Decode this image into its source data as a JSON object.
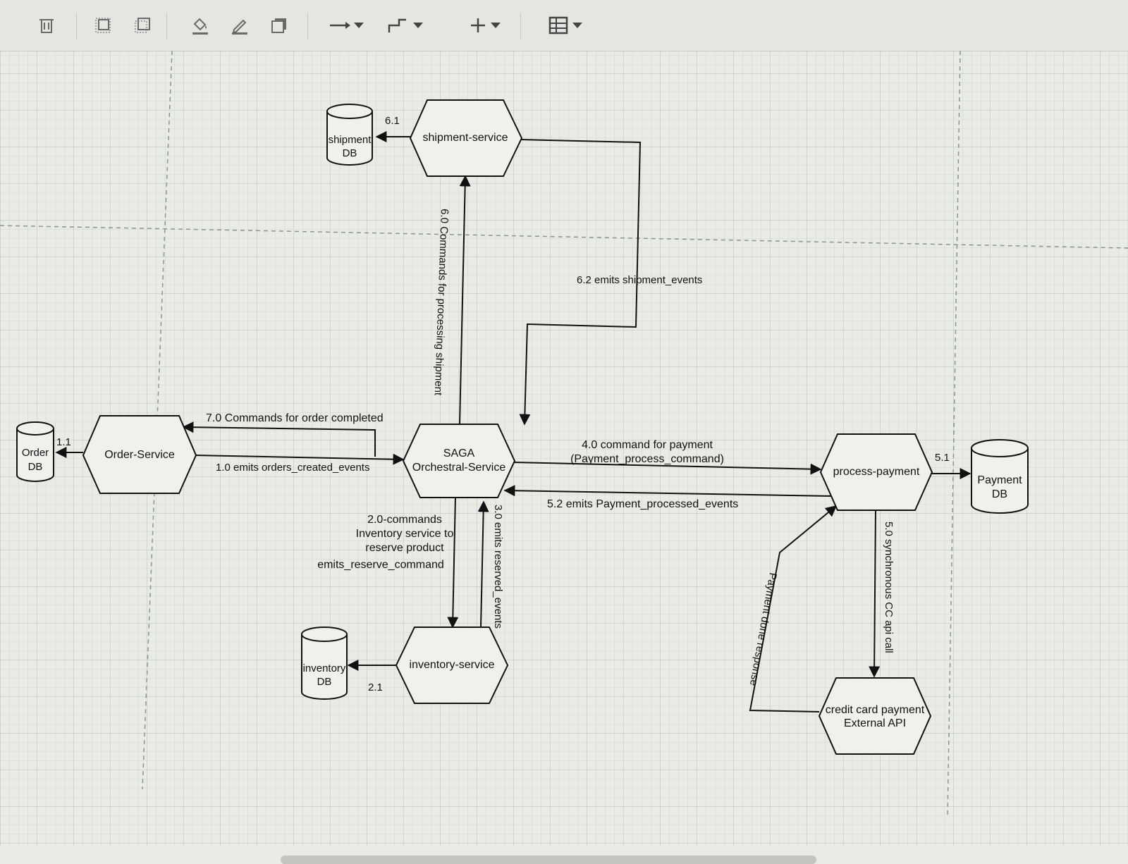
{
  "toolbar": {
    "tools": [
      {
        "name": "delete-button",
        "icon": "trash-icon"
      },
      {
        "name": "to-front-button",
        "icon": "to-front-icon"
      },
      {
        "name": "to-back-button",
        "icon": "to-back-icon"
      },
      {
        "name": "fill-color-button",
        "icon": "paint-bucket-icon"
      },
      {
        "name": "line-color-button",
        "icon": "pencil-icon"
      },
      {
        "name": "shadow-button",
        "icon": "shadow-icon"
      },
      {
        "name": "connection-style-button",
        "icon": "arrow-right-icon"
      },
      {
        "name": "waypoints-button",
        "icon": "elbow-connector-icon"
      },
      {
        "name": "insert-button",
        "icon": "plus-icon"
      },
      {
        "name": "table-button",
        "icon": "table-icon"
      }
    ]
  },
  "diagram": {
    "nodes": {
      "order_db": "Order DB",
      "order_service": "Order-Service",
      "saga": "SAGA Orchestral-Service",
      "shipment_service": "shipment-service",
      "shipment_db": "shipment DB",
      "inventory_service": "inventory-service",
      "inventory_db": "inventory DB",
      "process_payment": "process-payment",
      "payment_db": "Payment DB",
      "cc_api": "credit card payment External API"
    },
    "node_lines": {
      "order_db": [
        "Order",
        "DB"
      ],
      "saga": [
        "SAGA",
        "Orchestral-Service"
      ],
      "shipment_db": [
        "shipment",
        "DB"
      ],
      "inventory_db": [
        "inventory",
        "DB"
      ],
      "payment_db": [
        "Payment",
        "DB"
      ],
      "cc_api": [
        "credit card payment",
        "External API"
      ]
    },
    "edge_labels": {
      "e1_1": "1.1",
      "e1_0": "1.0 emits orders_created_events",
      "e7_0": "7.0 Commands for order completed",
      "e6_0": "6.0 Commands for processing shipment",
      "e6_1": "6.1",
      "e6_2": "6.2 emits shipment_events",
      "e4_0_line1": "4.0 command for payment",
      "e4_0_line2": "(Payment_process_command)",
      "e5_2": "5.2 emits Payment_processed_events",
      "e5_1": "5.1",
      "e5_0": "5.0 synchronous CC api call",
      "e_payment_done": "Payment done response",
      "e2_0_line1": "2.0-commands",
      "e2_0_line2": "Inventory service to",
      "e2_0_line3": "reserve product",
      "e2_0_line4": "emits_reserve_command",
      "e3_0": "3.0 emits reserved_events",
      "e2_1": "2.1"
    }
  }
}
